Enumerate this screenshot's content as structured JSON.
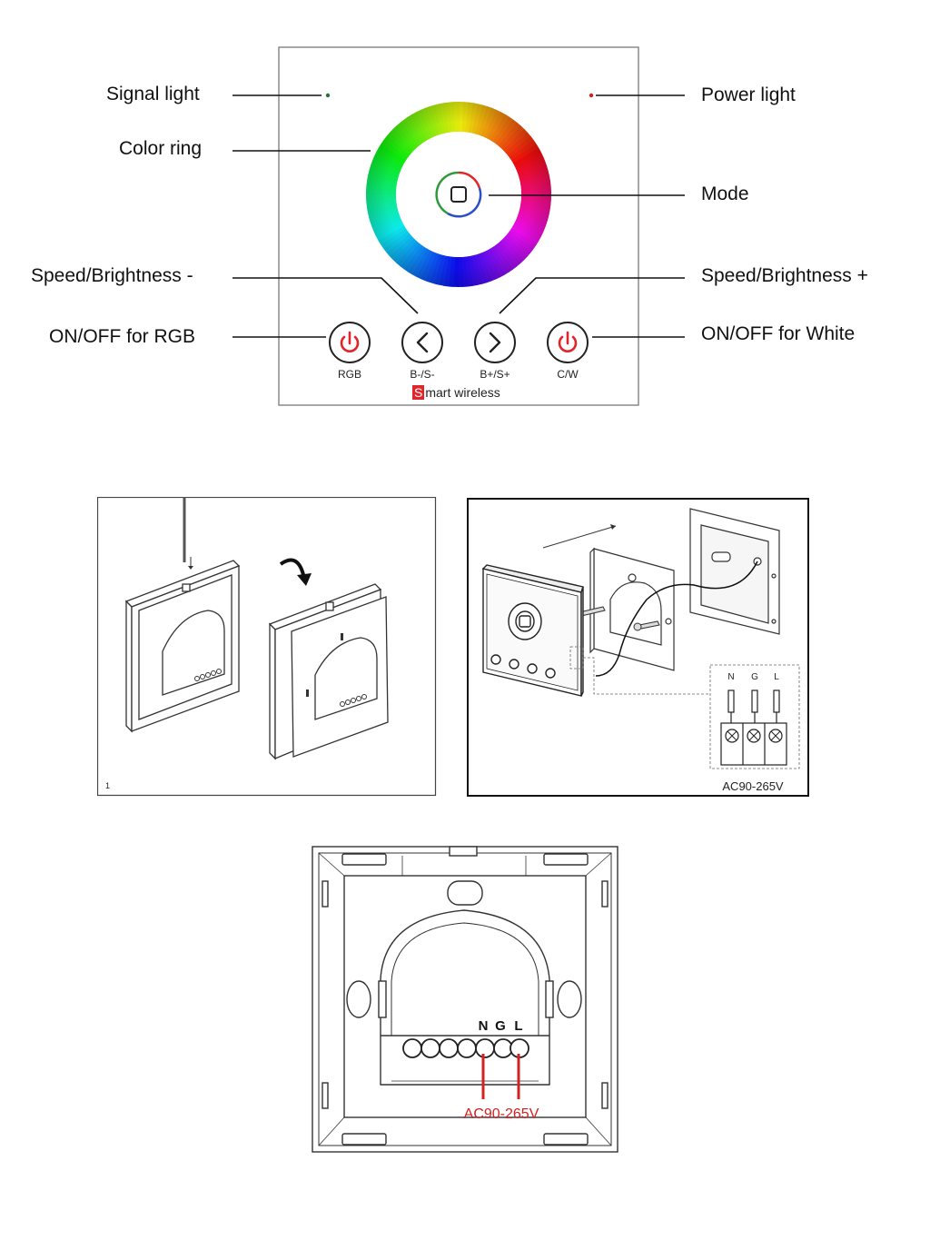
{
  "panel": {
    "callouts": {
      "signal_light": "Signal light",
      "color_ring": "Color ring",
      "speed_minus": "Speed/Brightness -",
      "onoff_rgb": "ON/OFF for RGB",
      "power_light": "Power light",
      "mode": "Mode",
      "speed_plus": "Speed/Brightness +",
      "onoff_white": "ON/OFF for White"
    },
    "buttons": [
      {
        "caption": "RGB"
      },
      {
        "caption": "B-/S-"
      },
      {
        "caption": "B+/S+"
      },
      {
        "caption": "C/W"
      }
    ],
    "brand_initial": "S",
    "brand_rest": "mart wireless",
    "colors": {
      "power_button": "#e0262a",
      "signal_dot": "#2a6e3a",
      "power_dot": "#d42020"
    }
  },
  "install": {
    "step_number": "1",
    "terminals": [
      "N",
      "G",
      "L"
    ],
    "voltage": "AC90-265V"
  },
  "back": {
    "terminals": [
      "N",
      "G",
      "L"
    ],
    "voltage": "AC90-265V",
    "voltage_color": "#d42020"
  }
}
